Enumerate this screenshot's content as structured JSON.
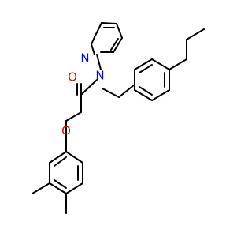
{
  "molecule": {
    "colors": {
      "bond": "#000000",
      "oxygen": "#ff0000",
      "nitrogen": "#0000ff",
      "background": "#ffffff"
    },
    "labels": {
      "carbonyl_oxygen": "O",
      "amide_nitrogen": "N",
      "pyridine_nitrogen": "N",
      "ether_oxygen": "O"
    }
  }
}
